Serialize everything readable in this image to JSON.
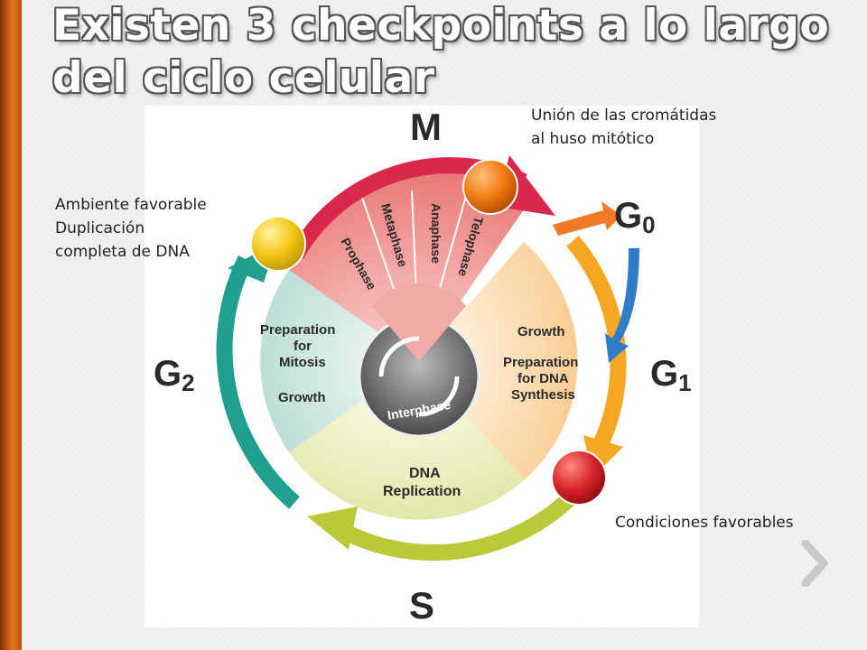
{
  "title": {
    "line1": "Existen 3 checkpoints a lo largo",
    "line2": "del ciclo celular"
  },
  "annotations": {
    "g2_checkpoint": {
      "line1": "Ambiente favorable",
      "line2": "Duplicación",
      "line3": "completa de DNA"
    },
    "m_checkpoint": {
      "line1": "Unión de las cromátidas",
      "line2": "al huso mitótico"
    },
    "g1_checkpoint": {
      "line1": "Condiciones favorables"
    }
  },
  "diagram": {
    "phases": {
      "m": "M",
      "g0": "G",
      "g0_sub": "0",
      "g1": "G",
      "g1_sub": "1",
      "g2": "G",
      "g2_sub": "2",
      "s": "S"
    },
    "mitosis_stages": [
      "Prophase",
      "Metaphase",
      "Anaphase",
      "Telophase"
    ],
    "g1_text": [
      "Growth",
      "Preparation",
      "for DNA",
      "Synthesis"
    ],
    "g2_text": [
      "Preparation",
      "for",
      "Mitosis",
      "Growth"
    ],
    "s_text": [
      "DNA",
      "Replication"
    ],
    "center_label": "Interphase"
  },
  "colors": {
    "m_arc": "#d9284b",
    "g1_arc": "#f5a623",
    "s_arc": "#b9c93a",
    "g2_arc": "#1fa08e",
    "g0_arrow": "#f07a28",
    "g0_return": "#2f7cc8",
    "checkpoint_g2": "#f3c515",
    "checkpoint_m": "#f07a12",
    "checkpoint_g1": "#d8262a",
    "accent_bar": "#c2580f"
  }
}
